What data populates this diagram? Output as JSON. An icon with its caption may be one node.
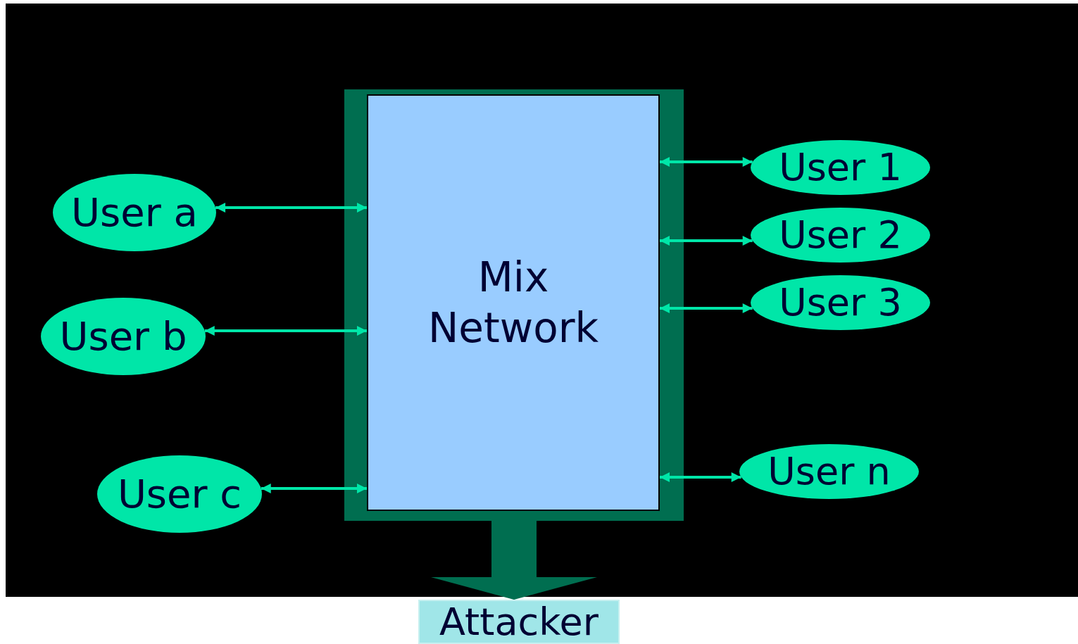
{
  "diagram": {
    "nodes": [
      {
        "text": [
          "User a"
        ]
      },
      {
        "text": [
          "User b"
        ]
      },
      {
        "text": [
          "User c"
        ]
      },
      {
        "text": [
          "Mix Network"
        ]
      },
      {
        "text": [
          "User 1"
        ]
      },
      {
        "text": [
          "User 2"
        ]
      },
      {
        "text": [
          "User 3"
        ]
      },
      {
        "text": [
          "User n"
        ]
      },
      {
        "text": [
          "Attacker"
        ]
      }
    ],
    "edges": [
      {
        "from": 0,
        "to": 3,
        "arrow": "both"
      },
      {
        "from": 1,
        "to": 3,
        "arrow": "both"
      },
      {
        "from": 2,
        "to": 3,
        "arrow": "both"
      },
      {
        "from": 3,
        "to": 4,
        "arrow": "both"
      },
      {
        "from": 3,
        "to": 5,
        "arrow": "both"
      },
      {
        "from": 3,
        "to": 6,
        "arrow": "both"
      },
      {
        "from": 3,
        "to": 7,
        "arrow": "both"
      },
      {
        "from": 3,
        "to": 8,
        "arrow": "to",
        "style": "thick",
        "color": "#006e50"
      }
    ]
  }
}
